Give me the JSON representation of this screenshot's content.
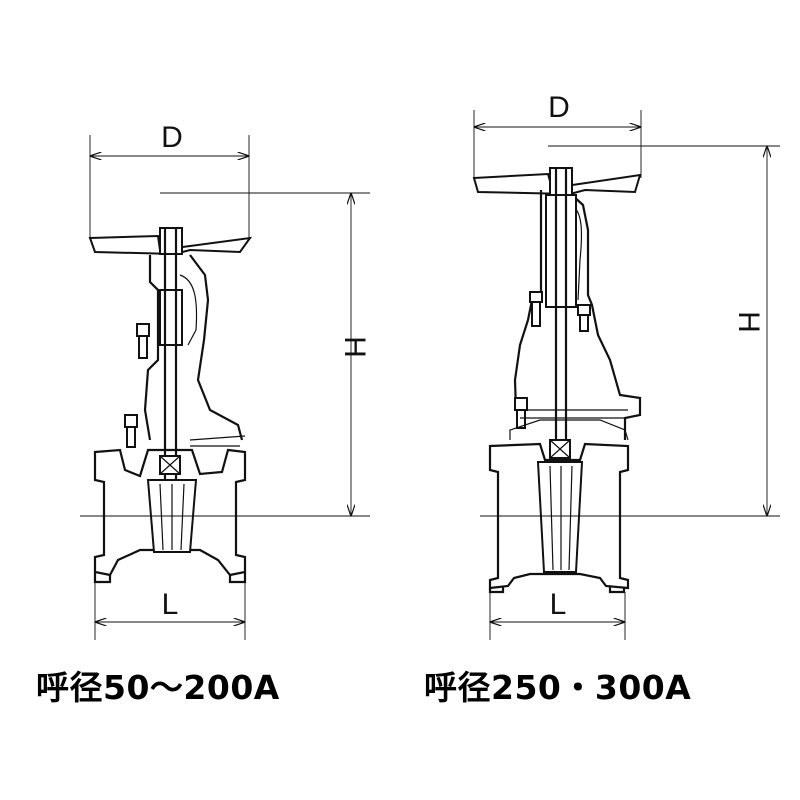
{
  "left_valve": {
    "dim_d": "D",
    "dim_h": "H",
    "dim_l": "L",
    "caption": "呼径50～200A"
  },
  "right_valve": {
    "dim_d": "D",
    "dim_h": "H",
    "dim_l": "L",
    "caption": "呼径250・300A"
  }
}
